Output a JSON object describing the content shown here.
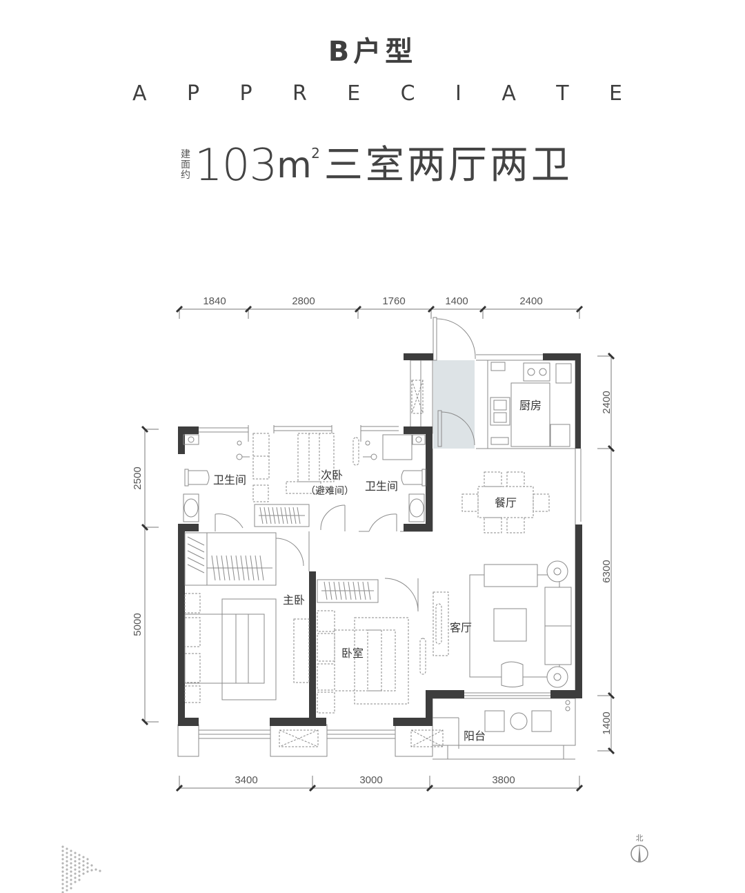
{
  "header": {
    "title": "B户型",
    "subtitle_letters": [
      "A",
      "P",
      "P",
      "R",
      "E",
      "C",
      "I",
      "A",
      "T",
      "E"
    ],
    "area_prefix": [
      "建",
      "面",
      "约"
    ],
    "area_value": "103",
    "area_unit": "m",
    "area_unit_sup": "2",
    "layout_desc": "三室两厅两卫"
  },
  "dimensions": {
    "top": [
      "1840",
      "2800",
      "1760",
      "1400",
      "2400"
    ],
    "bottom": [
      "3400",
      "3000",
      "3800"
    ],
    "left": [
      "2500",
      "5000"
    ],
    "right": [
      "2400",
      "6300",
      "1400"
    ]
  },
  "rooms": {
    "bath_left": "卫生间",
    "second_bedroom_line1": "次卧",
    "second_bedroom_line2": "（避难间）",
    "bath_right": "卫生间",
    "kitchen": "厨房",
    "dining": "餐厅",
    "master_bedroom": "主卧",
    "bedroom": "卧室",
    "living": "客厅",
    "balcony": "阳台"
  },
  "compass": {
    "label": "北"
  },
  "colors": {
    "wall": "#3d3d3d",
    "line": "#8a8a8a",
    "entry_fill": "#dde3e6",
    "text": "#4a4a4a"
  }
}
